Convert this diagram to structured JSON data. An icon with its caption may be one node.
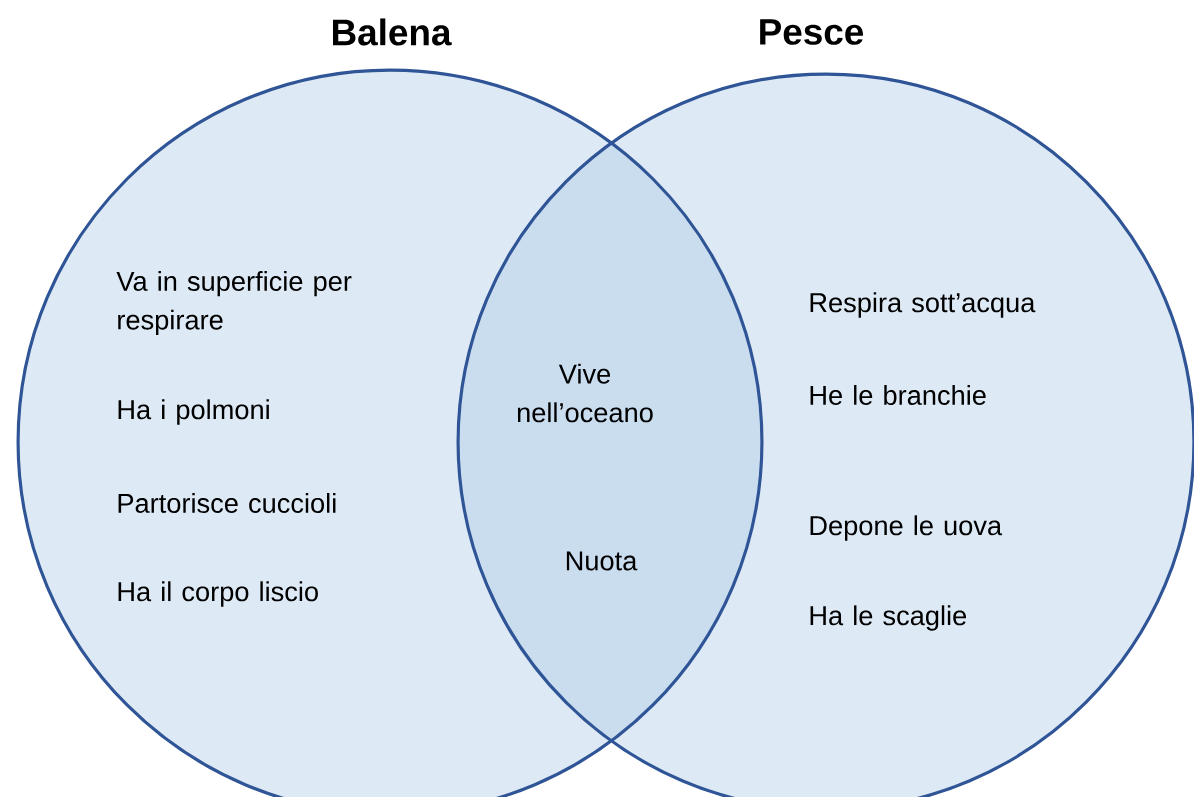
{
  "diagram": {
    "nodes": [
      {
        "text": [
          "Balena",
          "Va in superficie per respirare",
          "Ha i polmoni",
          "Partorisce cuccioli",
          "Ha il corpo liscio"
        ]
      },
      {
        "text": [
          "Pesce",
          "Respira sott’acqua",
          "He le branchie",
          "Depone le uova",
          "Ha le scaglie"
        ]
      }
    ],
    "labels": [
      "Vive nell’oceano",
      "Nuota"
    ]
  }
}
